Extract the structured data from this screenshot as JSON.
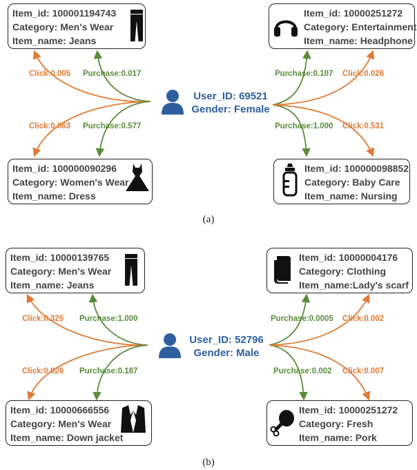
{
  "colors": {
    "click": "#e07a34",
    "purchase": "#5a8b3a",
    "user": "#2e5f9e"
  },
  "panel_a": {
    "user": {
      "id_line": "User_ID: 69521",
      "gender_line": "Gender: Female",
      "icon": "user-icon"
    },
    "items": {
      "tl": {
        "id": "Item_id: 100001194743",
        "category": "Category: Men's Wear",
        "name": "Item_name: Jeans",
        "icon": "jeans-icon"
      },
      "tr": {
        "id": "Item_id: 10000251272",
        "category": "Category: Entertainment",
        "name": "Item_name: Headphone",
        "icon": "headphone-icon"
      },
      "bl": {
        "id": "Item_id: 100000090296",
        "category": "Category: Women's Wear",
        "name": "Item_name: Dress",
        "icon": "dress-icon"
      },
      "br": {
        "id": "Item_id: 100000098852",
        "category": "Category: Baby Care",
        "name": "Item_name: Nursing",
        "icon": "baby-bottle-icon"
      }
    },
    "edges": {
      "tl_click": "Click:0.005",
      "tl_purchase": "Purchase:0.017",
      "tr_purchase": "Purchase:0.107",
      "tr_click": "Click:0.026",
      "bl_click": "Click:0.063",
      "bl_purchase": "Purchase:0.577",
      "br_purchase": "Purchase:1.000",
      "br_click": "Click:0.531"
    },
    "caption": "(a)"
  },
  "panel_b": {
    "user": {
      "id_line": "User_ID: 52796",
      "gender_line": "Gender: Male",
      "icon": "user-icon"
    },
    "items": {
      "tl": {
        "id": "Item_id: 10000139765",
        "category": "Category: Men's Wear",
        "name": "Item_name: Jeans",
        "icon": "jeans-icon"
      },
      "tr": {
        "id": "Item_id: 10000004176",
        "category": "Category: Clothing",
        "name": "Item_name:Lady's scarf",
        "icon": "scarf-icon"
      },
      "bl": {
        "id": "Item_id: 10000666556",
        "category": "Category: Men's Wear",
        "name": "Item_name: Down jacket",
        "icon": "jacket-icon"
      },
      "br": {
        "id": "Item_id: 10000251272",
        "category": "Category: Fresh",
        "name": "Item_name: Pork",
        "icon": "drumstick-icon"
      }
    },
    "edges": {
      "tl_click": "Click:0.325",
      "tl_purchase": "Purchase:1.000",
      "tr_purchase": "Purchase:0.0005",
      "tr_click": "Click:0.002",
      "bl_click": "Click:0.026",
      "bl_purchase": "Purchase:0.187",
      "br_purchase": "Purchase:0.002",
      "br_click": "Click:0.007"
    },
    "caption": "(b)"
  }
}
